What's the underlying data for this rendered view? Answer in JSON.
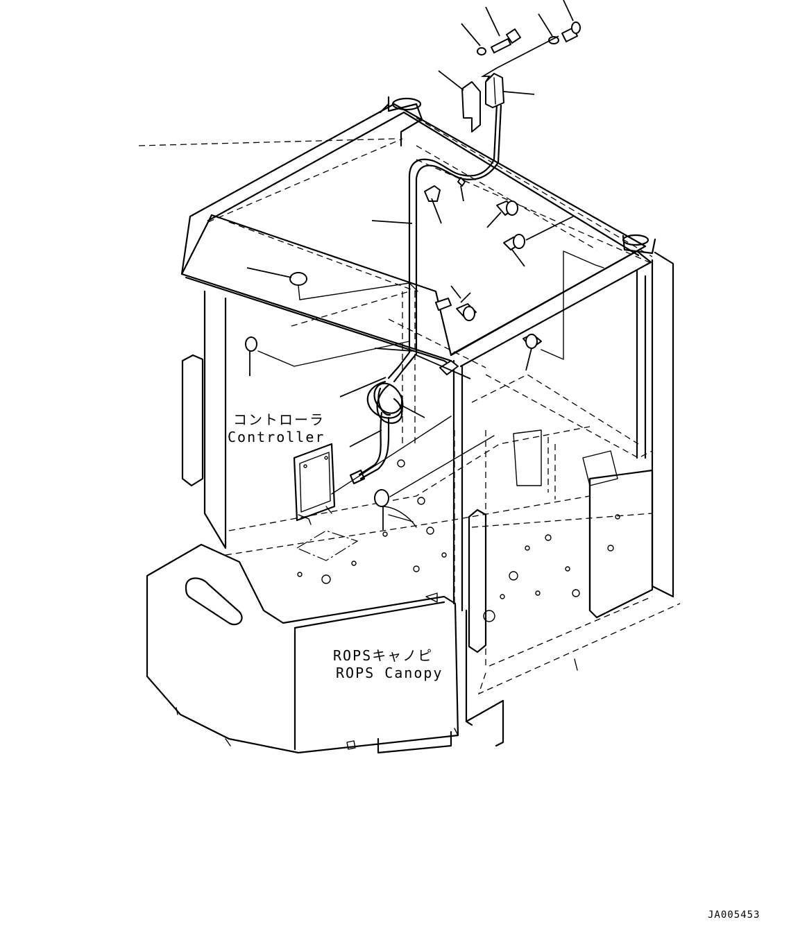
{
  "labels": {
    "controller_jp": "コントローラ",
    "controller_en": "Controller",
    "canopy_jp": "ROPSキャノピ",
    "canopy_en": "ROPS Canopy",
    "drawing_code": "JA005453"
  }
}
